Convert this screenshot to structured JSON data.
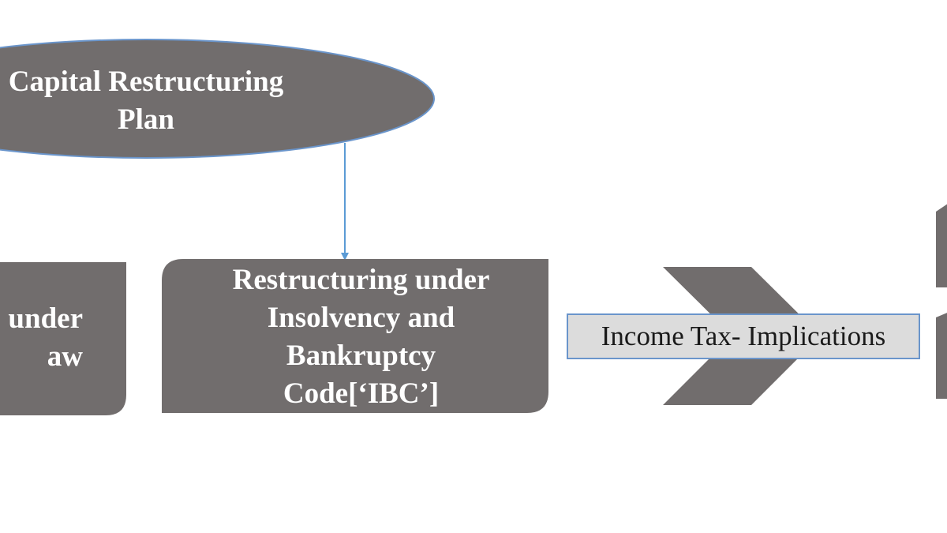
{
  "diagram": {
    "oval": {
      "lines": [
        "Capital Restructuring",
        "Plan"
      ]
    },
    "left_box": {
      "lines": [
        "under",
        "aw"
      ]
    },
    "ibc_box": {
      "lines": [
        "Restructuring under",
        "Insolvency and",
        "Bankruptcy",
        "Code[‘IBC’]"
      ]
    },
    "tax_box": {
      "label": "Income Tax- Implications"
    },
    "colors": {
      "shape_fill": "#716d6d",
      "oval_border": "#6a95cb",
      "connector": "#5b9bd5",
      "tax_box_fill": "#dcdcdc",
      "tax_box_border": "#6a95cb",
      "background": "#ffffff"
    }
  }
}
